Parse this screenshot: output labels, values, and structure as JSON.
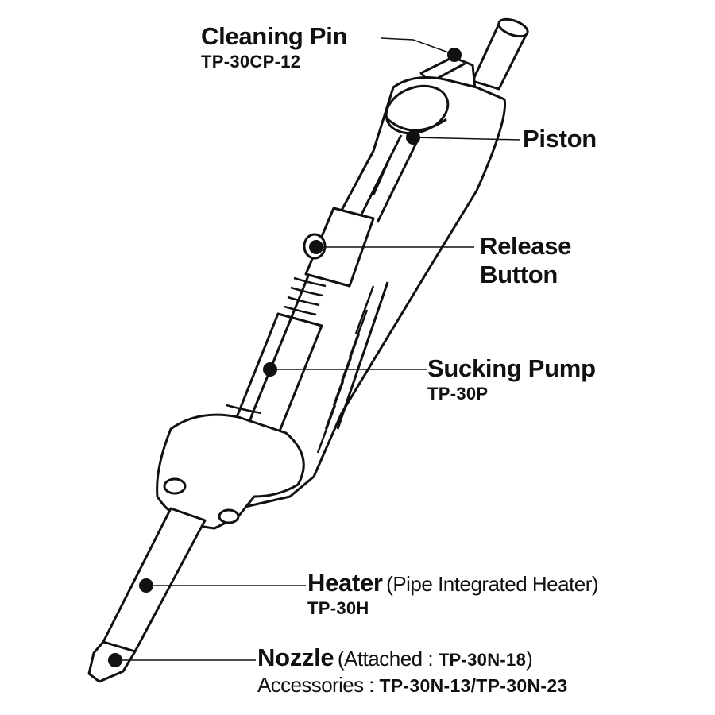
{
  "parts": {
    "cleaning_pin": {
      "name": "Cleaning Pin",
      "code": "TP-30CP-12"
    },
    "piston": {
      "name": "Piston"
    },
    "release_button": {
      "name_line1": "Release",
      "name_line2": "Button"
    },
    "sucking_pump": {
      "name": "Sucking Pump",
      "code": "TP-30P"
    },
    "heater": {
      "name": "Heater",
      "note": "(Pipe Integrated Heater)",
      "code": "TP-30H"
    },
    "nozzle": {
      "name": "Nozzle",
      "attached_prefix": "(Attached : ",
      "attached_code": "TP-30N-18",
      "attached_suffix": ")",
      "accessories_prefix": "Accessories : ",
      "accessories_codes": "TP-30N-13/TP-30N-23"
    }
  }
}
